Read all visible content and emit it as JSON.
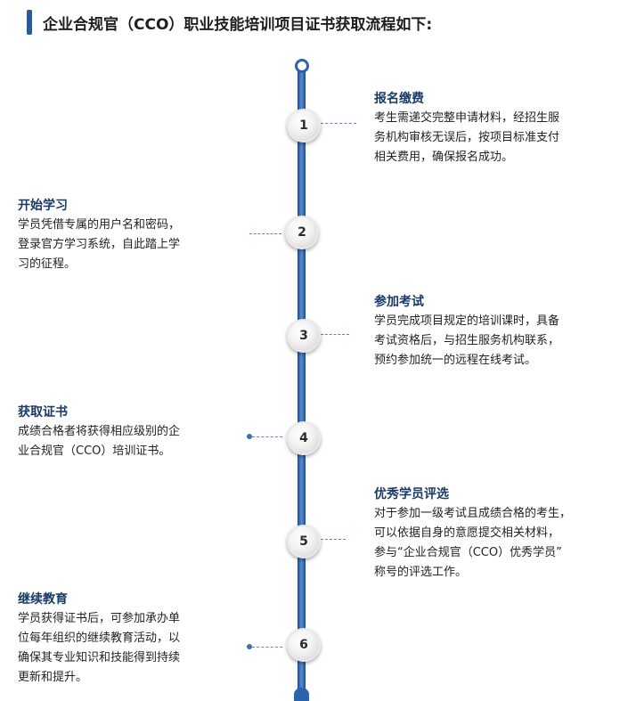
{
  "title": "企业合规官（CCO）职业技能培训项目证书获取流程如下:",
  "steps": [
    {
      "number": "1",
      "title": "报名缴费",
      "body": "考生需递交完整申请材料，经招生服\n务机构审核无误后，按项目标准支付\n相关费用，确保报名成功。"
    },
    {
      "number": "2",
      "title": "开始学习",
      "body": "学员凭借专属的用户名和密码，\n登录官方学习系统，自此踏上学\n习的征程。"
    },
    {
      "number": "3",
      "title": "参加考试",
      "body": "学员完成项目规定的培训课时，具备\n考试资格后，与招生服务机构联系，\n预约参加统一的远程在线考试。"
    },
    {
      "number": "4",
      "title": "获取证书",
      "body": "成绩合格者将获得相应级别的企\n业合规官（CCO）培训证书。"
    },
    {
      "number": "5",
      "title": "优秀学员评选",
      "body": "对于参加一级考试且成绩合格的考生，\n可以依据自身的意愿提交相关材料，\n参与“企业合规官（CCO）优秀学员”\n称号的评选工作。"
    },
    {
      "number": "6",
      "title": "继续教育",
      "body": "学员获得证书后，可参加承办单\n位每年组织的继续教育活动，以\n确保其专业知识和技能得到持续\n更新和提升。"
    }
  ]
}
